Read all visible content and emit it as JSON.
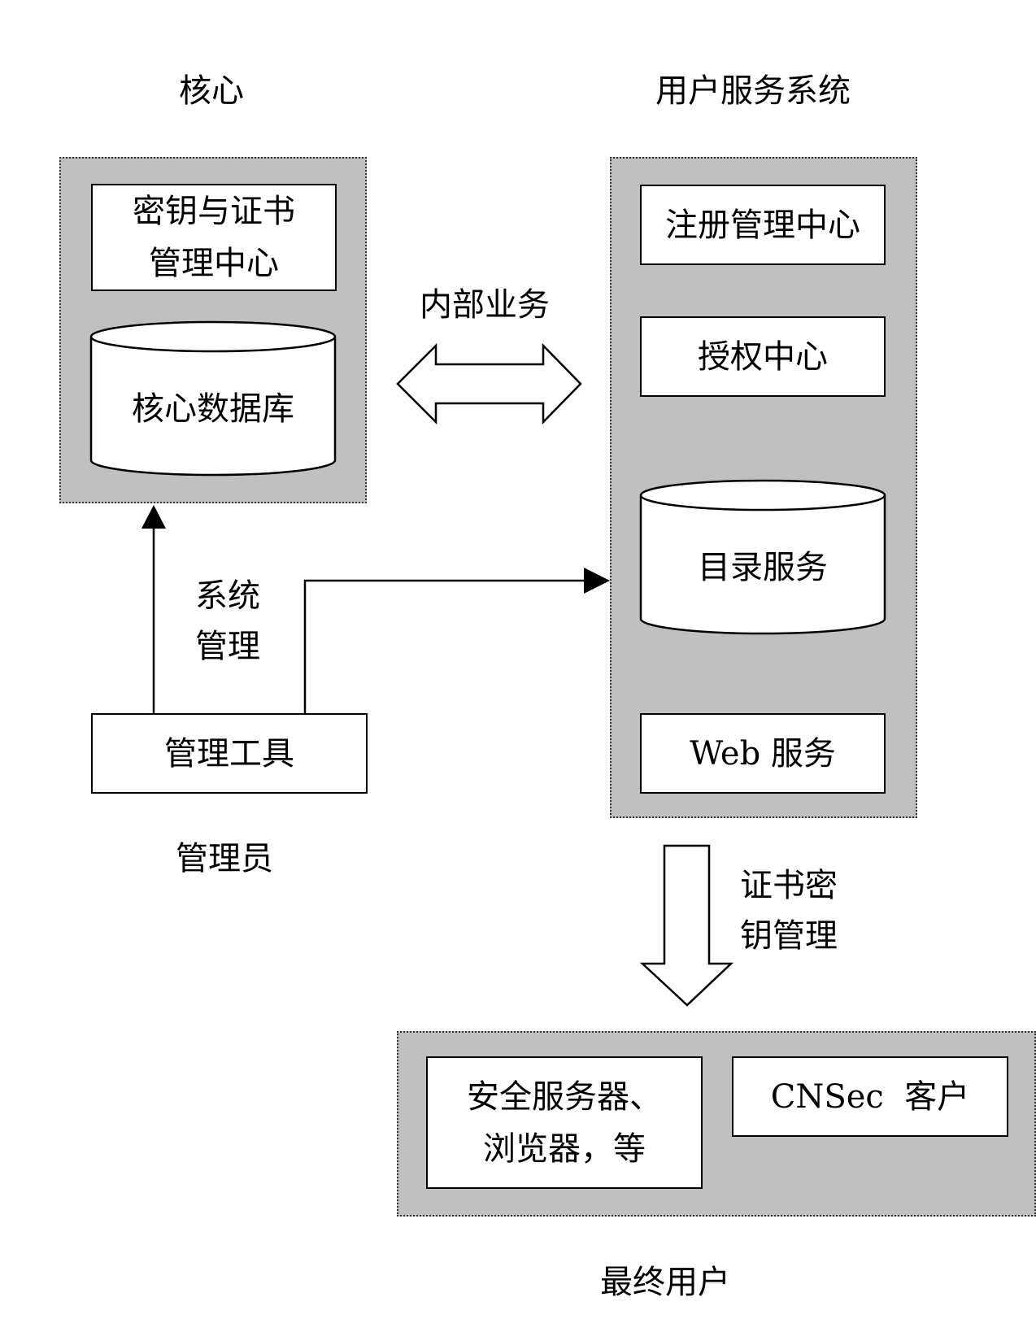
{
  "core": {
    "title": "核心",
    "key_cert_center": [
      "密钥与证书",
      "管理中心"
    ],
    "core_db": "核心数据库"
  },
  "user_service": {
    "title": "用户服务系统",
    "registration_center": "注册管理中心",
    "authorization_center": "授权中心",
    "directory_service": "目录服务",
    "web_service": "Web 服务"
  },
  "internal_business": "内部业务",
  "system_management": [
    "系统",
    "管理"
  ],
  "management_tool": "管理工具",
  "administrator": "管理员",
  "cert_key_management": [
    "证书密",
    "钥管理"
  ],
  "end_user": {
    "title": "最终用户",
    "security_servers": [
      "安全服务器、",
      "浏览器，等"
    ],
    "cnsec_client": "CNSec  客户"
  }
}
